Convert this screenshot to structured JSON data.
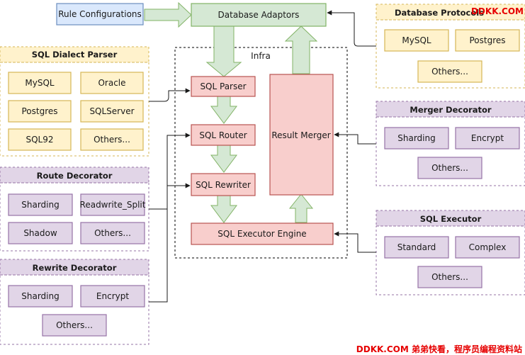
{
  "top": {
    "rule_configurations": "Rule Configurations",
    "database_adaptors": "Database Adaptors"
  },
  "infra": {
    "title": "Infra",
    "sql_parser": "SQL Parser",
    "sql_router": "SQL Router",
    "sql_rewriter": "SQL Rewriter",
    "sql_executor_engine": "SQL Executor Engine",
    "result_merger": "Result Merger"
  },
  "sql_dialect_parser": {
    "title": "SQL Dialect Parser",
    "items": [
      "MySQL",
      "Oracle",
      "Postgres",
      "SQLServer",
      "SQL92",
      "Others..."
    ]
  },
  "route_decorator": {
    "title": "Route Decorator",
    "items": [
      "Sharding",
      "Readwrite_Split",
      "Shadow",
      "Others..."
    ]
  },
  "rewrite_decorator": {
    "title": "Rewrite Decorator",
    "items": [
      "Sharding",
      "Encrypt",
      "Others..."
    ]
  },
  "database_protocols": {
    "title": "Database Protocols",
    "items": [
      "MySQL",
      "Postgres",
      "Others..."
    ]
  },
  "merger_decorator": {
    "title": "Merger Decorator",
    "items": [
      "Sharding",
      "Encrypt",
      "Others..."
    ]
  },
  "sql_executor": {
    "title": "SQL Executor",
    "items": [
      "Standard",
      "Complex",
      "Others..."
    ]
  },
  "watermark": {
    "top": "DDKK.COM",
    "bottom": "DDKK.COM 弟弟快看，程序员编程资料站"
  },
  "colors": {
    "blue_stroke": "#6c8ebf",
    "blue_fill": "#dae8fc",
    "green_stroke": "#82b366",
    "green_fill": "#d5e8d4",
    "red_stroke": "#b85450",
    "red_fill": "#f8cecc",
    "orange_stroke": "#d6b656",
    "orange_fill": "#fff2cc",
    "purple_stroke": "#9673a6",
    "purple_fill": "#e1d5e7",
    "watermark": "#e60000"
  }
}
